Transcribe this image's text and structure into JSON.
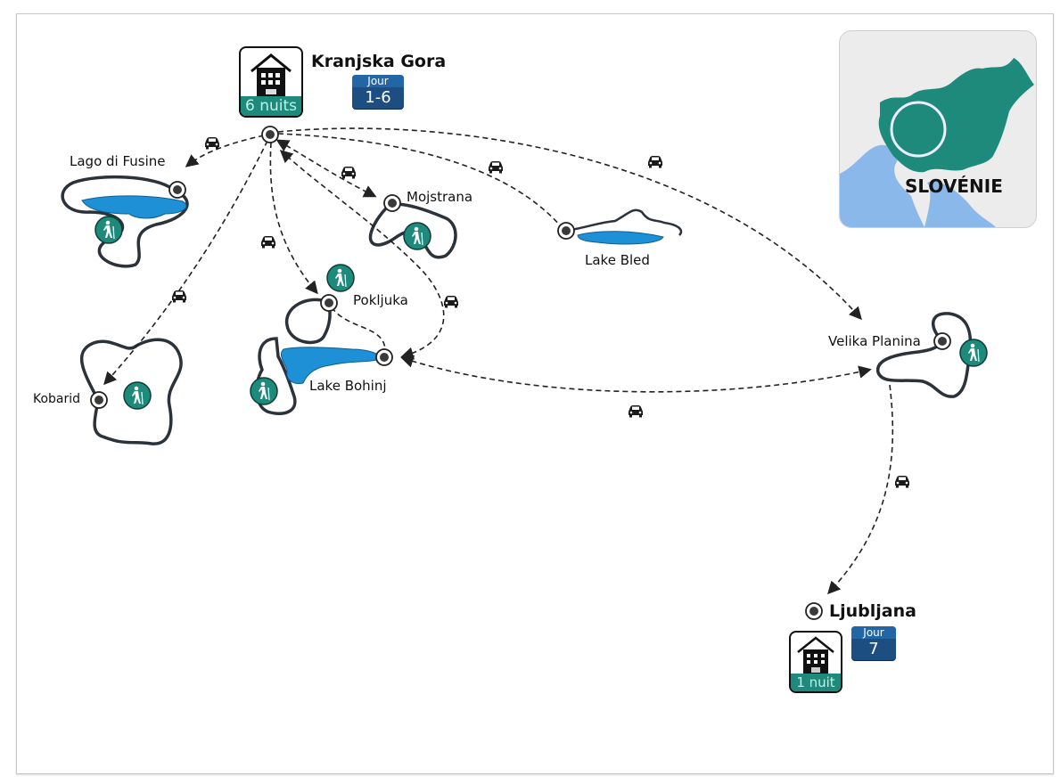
{
  "map": {
    "country": "SLOVÉNIE",
    "colors": {
      "teal": "#1e8a7c",
      "navy": "#1c4e82",
      "lake": "#1e90d6",
      "sea": "#8ab8ea",
      "route": "#222222"
    },
    "bases": [
      {
        "name": "Kranjska Gora",
        "nights": "6 nuits",
        "jour_label": "Jour",
        "jour_days": "1-6",
        "icon": "hotel-icon"
      },
      {
        "name": "Ljubljana",
        "nights": "1 nuit",
        "jour_label": "Jour",
        "jour_days": "7",
        "icon": "hotel-icon"
      }
    ],
    "places": [
      {
        "name": "Lago di Fusine",
        "activity": "hiking-icon"
      },
      {
        "name": "Mojstrana",
        "activity": "hiking-icon"
      },
      {
        "name": "Lake Bled",
        "activity": "lake"
      },
      {
        "name": "Pokljuka",
        "activity": "hiking-icon"
      },
      {
        "name": "Lake Bohinj",
        "activity": "hiking-icon"
      },
      {
        "name": "Kobarid",
        "activity": "hiking-icon"
      },
      {
        "name": "Velika Planina",
        "activity": "hiking-icon"
      }
    ],
    "transport": "car-icon"
  }
}
